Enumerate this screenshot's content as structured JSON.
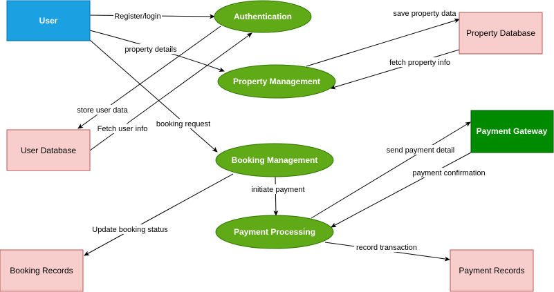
{
  "colors": {
    "entity_blue": "#1ba1e2",
    "entity_blue_stroke": "#006eaf",
    "process_green": "#60a917",
    "process_green_stroke": "#2d7600",
    "store_pink": "#f8cecc",
    "store_pink_stroke": "#b85450",
    "gateway_green": "#008a00",
    "gateway_green_stroke": "#005700",
    "edge": "#000000"
  },
  "nodes": {
    "user": "User",
    "authentication": "Authentication",
    "property_management": "Property Management",
    "booking_management": "Booking Management",
    "payment_processing": "Payment Processing",
    "property_database": "Property Database",
    "user_database": "User Database",
    "payment_gateway": "Payment Gateway",
    "booking_records": "Booking Records",
    "payment_records": "Payment Records"
  },
  "edges": {
    "register_login": "Register/login",
    "property_details": "property details",
    "booking_request": "booking request",
    "save_property_data": "save property data",
    "fetch_property_info": "fetch property info",
    "store_user_data": "store user data",
    "fetch_user_info": "Fetch user info",
    "initiate_payment": "initiate payment",
    "update_booking_status": "Update booking status",
    "send_payment_detail": "send payment detail",
    "payment_confirmation": "payment confirmation",
    "record_transaction": "record transaction"
  }
}
